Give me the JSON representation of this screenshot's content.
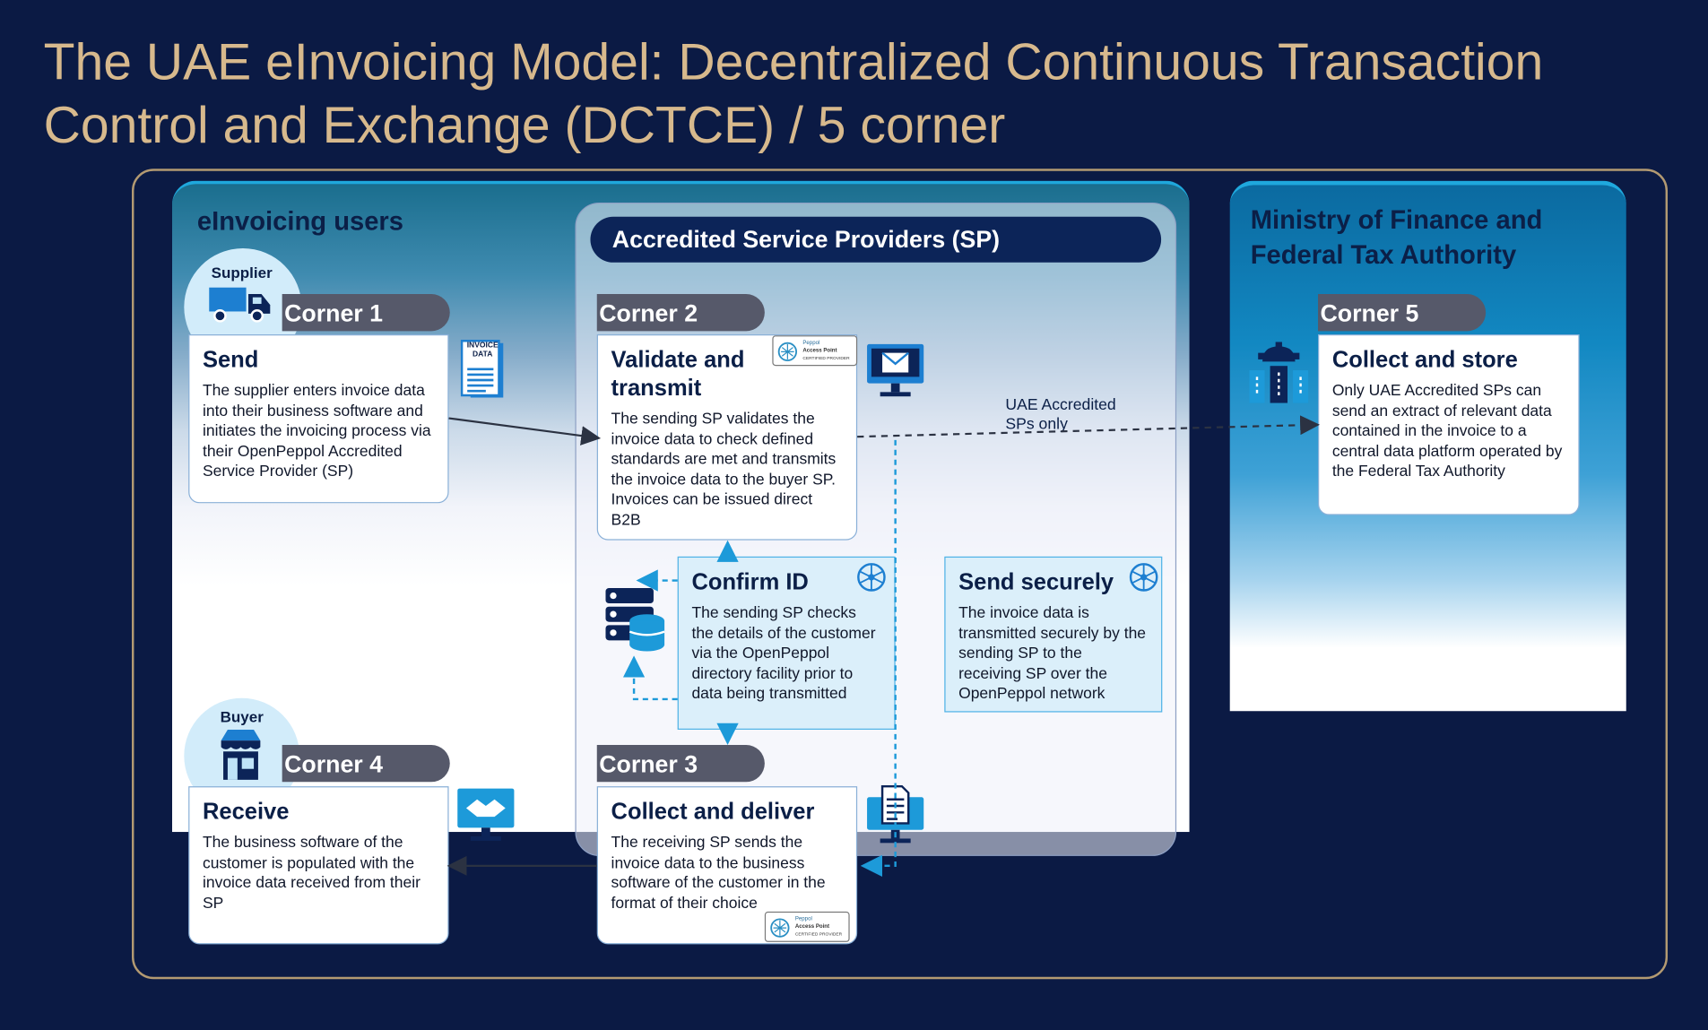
{
  "title": "The UAE eInvoicing Model: Decentralized Continuous Transaction Control and Exchange (DCTCE) / 5 corner",
  "panels": {
    "users_title": "eInvoicing users",
    "sp_title": "Accredited Service Providers (SP)",
    "mof_title": "Ministry of Finance and Federal Tax Authority"
  },
  "roles": {
    "supplier": "Supplier",
    "buyer": "Buyer"
  },
  "corners": {
    "c1": {
      "label": "Corner 1",
      "title": "Send",
      "text": "The supplier enters invoice data into their business software and initiates the invoicing process via their OpenPeppol Accredited Service Provider (SP)"
    },
    "c2": {
      "label": "Corner 2",
      "title": "Validate and transmit",
      "text": "The sending SP validates the invoice data to check defined standards are met and transmits the invoice data to the buyer SP. Invoices can be issued direct B2B"
    },
    "c3": {
      "label": "Corner 3",
      "title": "Collect and deliver",
      "text": "The receiving SP sends the invoice data to the business software of the customer in the format of their choice"
    },
    "c4": {
      "label": "Corner 4",
      "title": "Receive",
      "text": "The business software of the customer is populated with the invoice data received from their SP"
    },
    "c5": {
      "label": "Corner 5",
      "title": "Collect and store",
      "text": "Only UAE Accredited SPs can send an extract of relevant data contained in the invoice to a central data platform operated by the Federal Tax Authority"
    }
  },
  "confirm_id": {
    "title": "Confirm ID",
    "text": "The sending SP checks the details of the customer via the OpenPeppol directory facility prior to data being transmitted"
  },
  "send_securely": {
    "title": "Send securely",
    "text": "The invoice data is transmitted securely by the sending SP to the receiving SP over the OpenPeppol network"
  },
  "arrow_note": "UAE Accredited SPs only",
  "invoice_icon_label": "INVOICE DATA",
  "peppol_badge": {
    "line1": "Peppol",
    "line2": "Access Point",
    "line3": "CERTIFIED PROVIDER"
  },
  "icons": [
    "truck-icon",
    "invoice-document-icon",
    "monitor-mail-icon",
    "server-database-icon",
    "network-globe-icon",
    "shop-icon",
    "handshake-monitor-icon",
    "document-monitor-icon",
    "gear-building-icon"
  ],
  "colors": {
    "background": "#0b1a44",
    "title": "#d7b98d",
    "accent": "#1fa8dd",
    "navy": "#0c2458",
    "pill": "#56596a"
  }
}
